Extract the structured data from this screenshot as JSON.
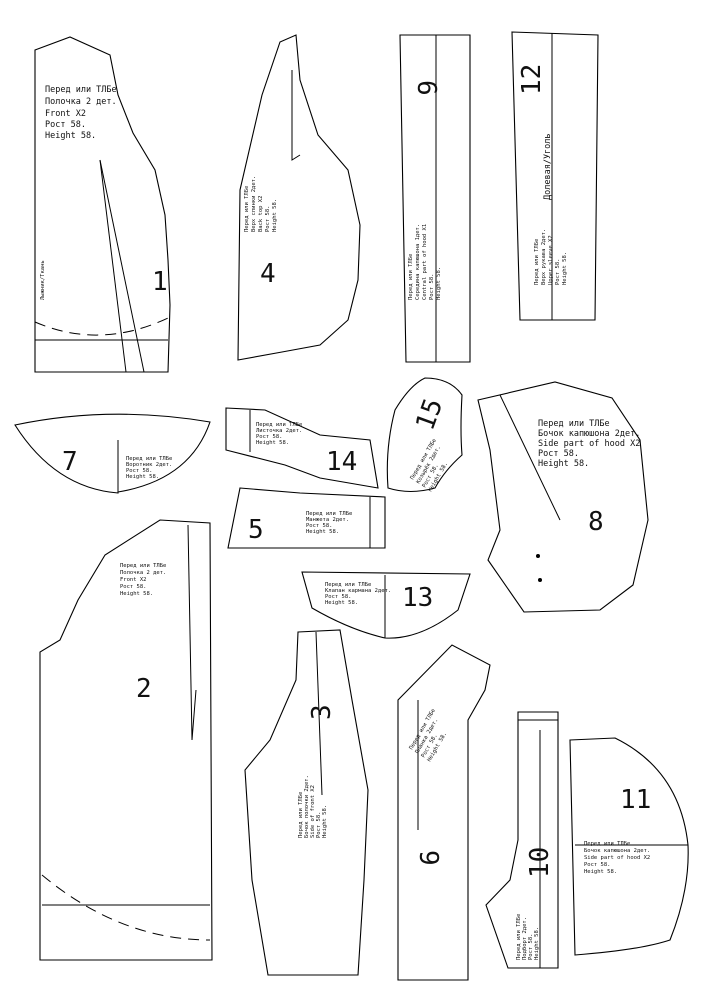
{
  "pieces": {
    "p1": {
      "number": "1",
      "label": [
        "Перед или ТЛБе",
        "Полочка 2 дет.",
        "Front X2",
        "Рост    58.",
        "Height    58."
      ],
      "side_mark": "Лыжник/Ткань"
    },
    "p2": {
      "number": "2",
      "label": [
        "Перед или ТЛБе",
        "Полочка 2 дет.",
        "Front X2",
        "Рост 58.",
        "Height 58."
      ]
    },
    "p3": {
      "number": "3",
      "label": [
        "Перед или ТЛБе",
        "Бочок полочки 2дет.",
        "Side of front X2",
        "Рост 58.",
        "Height 58."
      ]
    },
    "p4": {
      "number": "4",
      "label": [
        "Перед или ТЛБе",
        "Верх спинки 2дет.",
        "Back top X2",
        "Рост 58.",
        "Height 58."
      ]
    },
    "p5": {
      "number": "5",
      "label": [
        "Перед или ТЛБе",
        "Манжета 2дет.",
        "Рост 58.",
        "Height 58."
      ]
    },
    "p6": {
      "number": "6",
      "label": [
        "Перед или ТЛБе",
        "Середина капюшона 1дет.",
        "Central part of hood X1",
        "Рост 58.",
        "Height 58."
      ]
    },
    "p7": {
      "number": "7",
      "label": [
        "Перед или ТЛБе",
        "Воротник 2дет.",
        "Рост 58.",
        "Height 58."
      ]
    },
    "p8": {
      "number": "8",
      "label": [
        "Перед или ТЛБе",
        "Бочок капюшона 2дет.",
        "Side part of hood X2",
        "Рост 58.",
        "Height 58."
      ]
    },
    "p9": {
      "number": "9",
      "label": [
        "Перед или ТЛБе",
        "Планка 2дет.",
        "Рост 58.",
        "Height 58."
      ]
    },
    "p10": {
      "number": "10",
      "label": [
        "Перед или ТЛБе",
        "Подборт 2дет.",
        "Рост 58.",
        "Height 58."
      ]
    },
    "p11": {
      "number": "11",
      "label": [
        "Перед или ТЛБе",
        "Бочок капюшона 2дет.",
        "Side part of hood X2",
        "Рост 58.",
        "Height 58."
      ]
    },
    "p12": {
      "number": "12",
      "label": [
        "Перед или ТЛБе",
        "Верх рукава 2дет.",
        "Upper sleeve X2",
        "Рост 58.",
        "Height 58."
      ],
      "side_mark": "Долевая/Уголь"
    },
    "p13": {
      "number": "13",
      "label": [
        "Перед или ТЛБе",
        "Клапан кармана 2дет.",
        "Рост 58.",
        "Height 58."
      ]
    },
    "p14": {
      "number": "14",
      "label": [
        "Перед или ТЛБе",
        "Листочка 2дет.",
        "Рост 58.",
        "Height 58."
      ]
    },
    "p15": {
      "number": "15",
      "label": [
        "Перед или ТЛБе",
        "Козырёк 2дет.",
        "Рост 58.",
        "Height 58."
      ]
    }
  }
}
